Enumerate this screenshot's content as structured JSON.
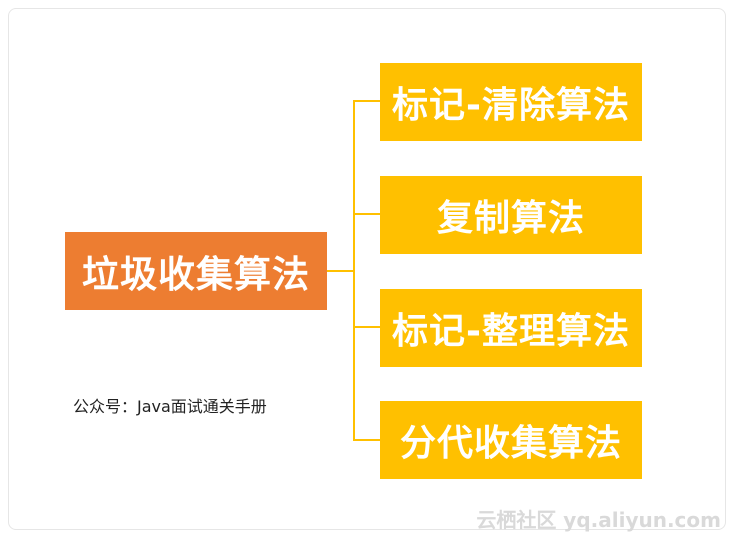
{
  "diagram": {
    "root": {
      "label": "垃圾收集算法",
      "color": "#ed7d31"
    },
    "branches": [
      {
        "label": "标记-清除算法"
      },
      {
        "label": "复制算法"
      },
      {
        "label": "标记-整理算法"
      },
      {
        "label": "分代收集算法"
      }
    ],
    "branch_color": "#ffc000",
    "connector_color": "#ffc000"
  },
  "caption": "公众号：Java面试通关手册",
  "watermark": "云栖社区 yq.aliyun.com"
}
